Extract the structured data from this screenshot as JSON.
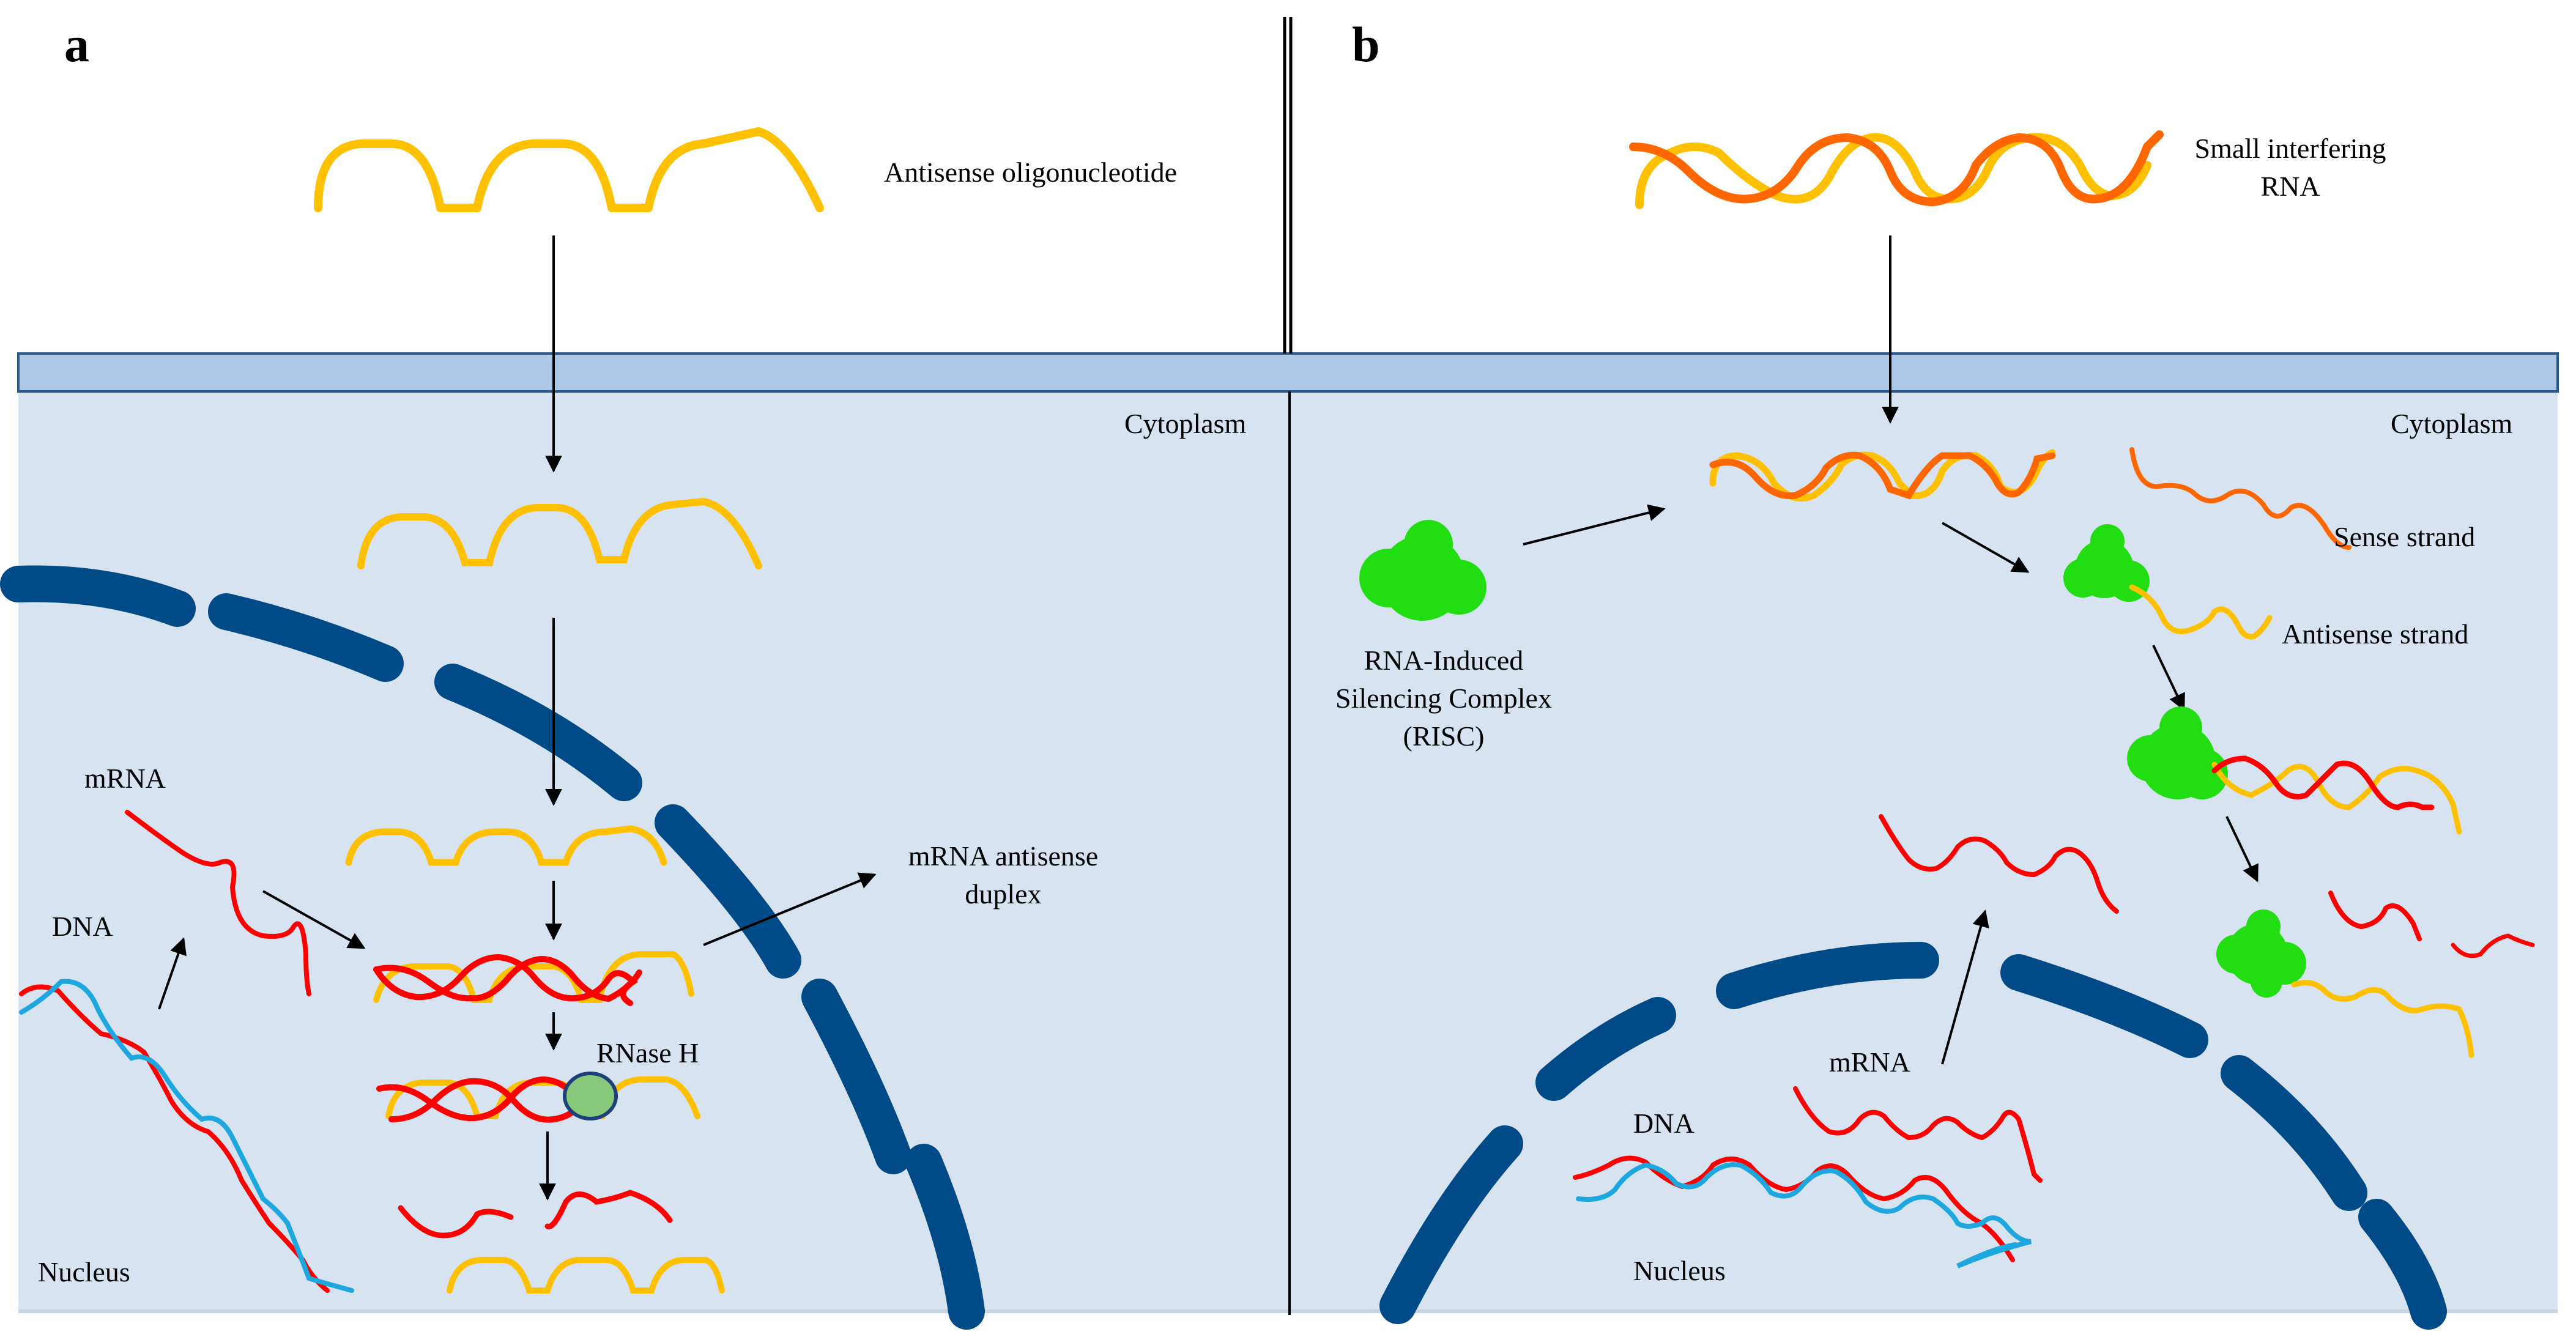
{
  "panels": {
    "a": {
      "letter": "a",
      "aso_label": "Antisense oligonucleotide",
      "cytoplasm": "Cytoplasm",
      "mrna": "mRNA",
      "dna": "DNA",
      "duplex_line1": "mRNA antisense",
      "duplex_line2": "duplex",
      "rnase": "RNase H",
      "nucleus": "Nucleus"
    },
    "b": {
      "letter": "b",
      "sirna_line1": "Small interfering",
      "sirna_line2": "RNA",
      "cytoplasm": "Cytoplasm",
      "risc_line1": "RNA-Induced",
      "risc_line2": "Silencing Complex",
      "risc_line3": "(RISC)",
      "sense": "Sense  strand",
      "antisense": "Antisense strand",
      "mrna": "mRNA",
      "dna": "DNA",
      "nucleus": "Nucleus"
    }
  },
  "colors": {
    "antisense_strand": "#FFC000",
    "sense_strand": "#FF6600",
    "mrna": "#FF0000",
    "dna_strand": "#1EA7DE",
    "membrane": "#ADC8E6",
    "cytoplasm": "#D7E3F1",
    "nuclear_envelope": "#004B87",
    "risc": "#22DD11",
    "rnase_h": "#88C97B"
  },
  "icons": [
    "risc-complex",
    "rnase-h-enzyme"
  ]
}
